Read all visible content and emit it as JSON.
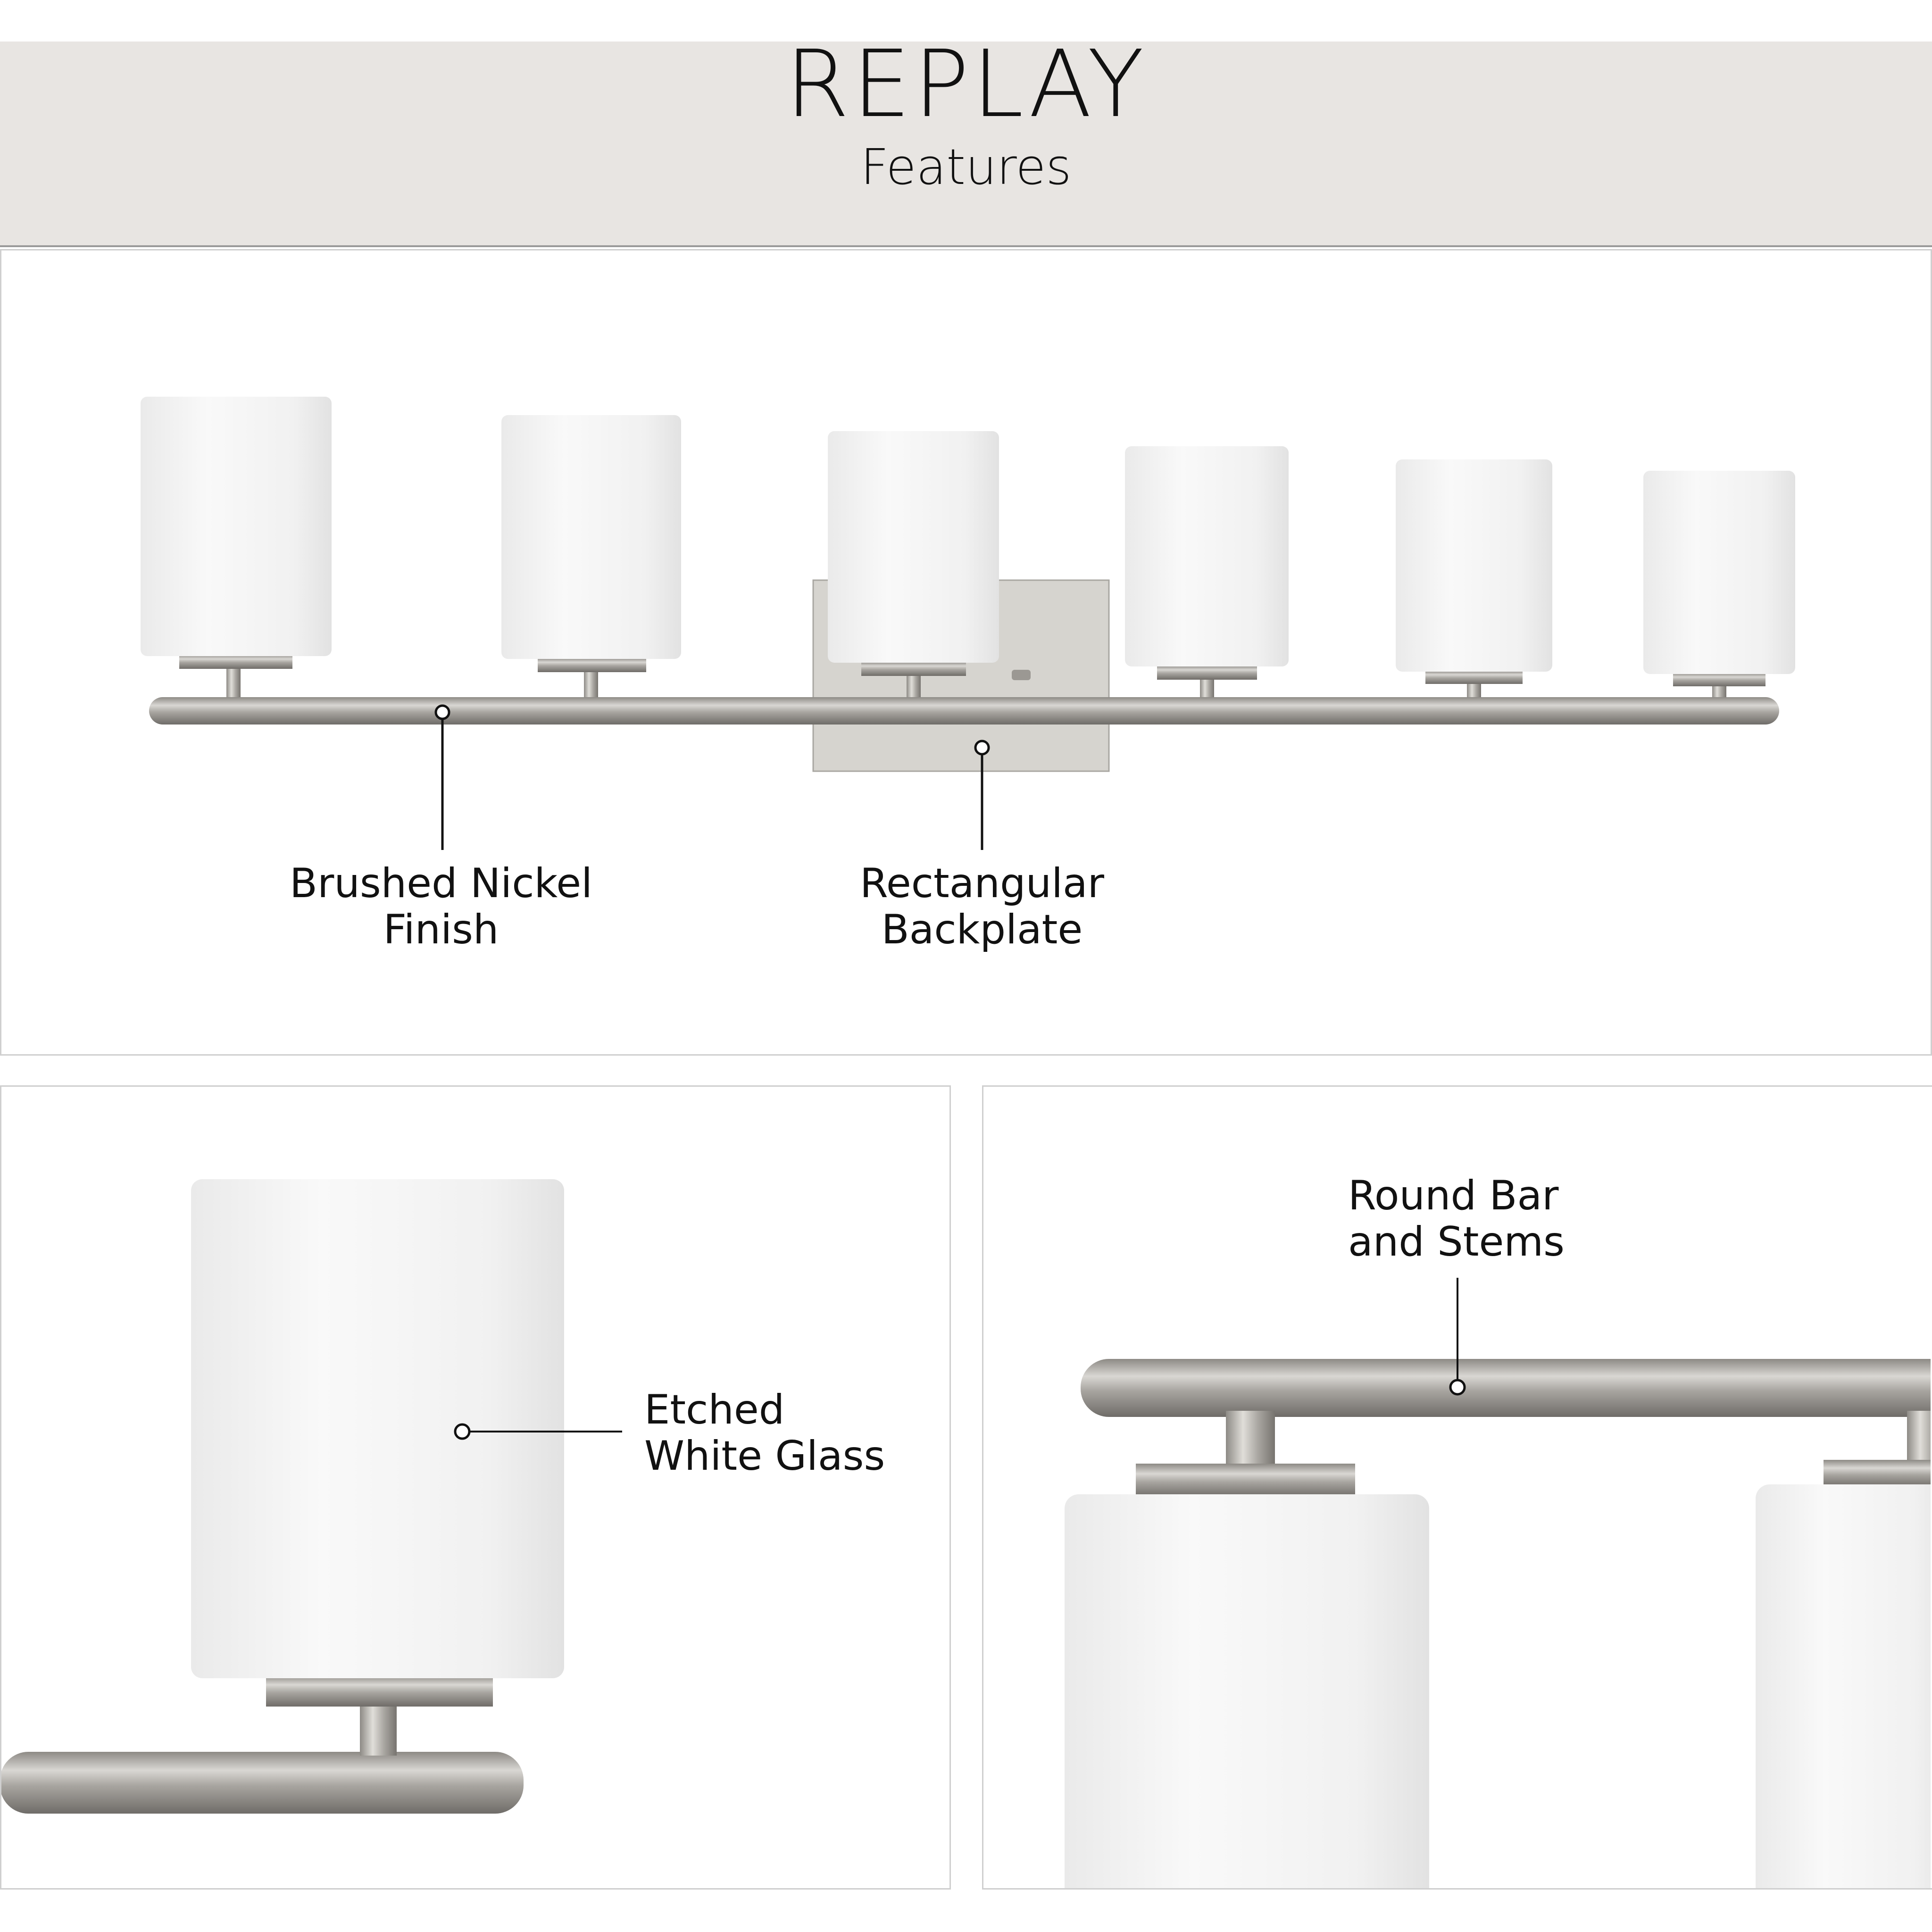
{
  "header": {
    "title": "REPLAY",
    "subtitle": "Features"
  },
  "overview": {
    "callouts": [
      {
        "line1": "Brushed Nickel",
        "line2": "Finish"
      },
      {
        "line1": "Rectangular",
        "line2": "Backplate"
      }
    ]
  },
  "glass_detail": {
    "line1": "Etched",
    "line2": "White Glass"
  },
  "bar_detail": {
    "line1": "Round Bar",
    "line2": "and Stems"
  },
  "colors": {
    "band": "#e8e5e2",
    "glass": "#f4f4f4",
    "nickel": "#b9b6b1",
    "backplate": "#d6d4cf"
  }
}
